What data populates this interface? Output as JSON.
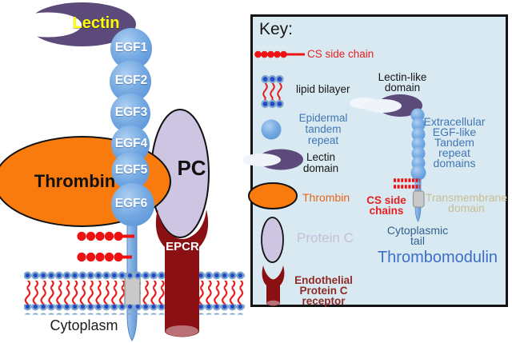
{
  "main_diagram": {
    "lectin": "Lectin",
    "egf_domains": [
      "EGF1",
      "EGF2",
      "EGF3",
      "EGF4",
      "EGF5",
      "EGF6"
    ],
    "thrombin": "Thrombin",
    "protein_c": "PC",
    "epcr": "EPCR",
    "cytoplasm": "Cytoplasm"
  },
  "key_panel": {
    "title": "Key:",
    "legend": {
      "cs_side_chain": "CS side chain",
      "lipid_bilayer": "lipid bilayer",
      "epidermal_tandem_repeat": "Epidermal tandem repeat",
      "lectin_domain": "Lectin domain",
      "thrombin": "Thrombin",
      "protein_c": "Protein C",
      "endothelial_protein_c_receptor": "Endothelial Protein C receptor"
    },
    "thrombomodulin_diagram": {
      "lectin_like_domain": "Lectin-like domain",
      "extracellular_egf": "Extracellular EGF-like Tandem repeat domains",
      "cs_side_chains": "CS side chains",
      "transmembrane_domain": "Transmembrane domain",
      "cytoplasmic_tail": "Cytoplasmic tail",
      "title": "Thrombomodulin"
    }
  },
  "colors": {
    "lectin_purple": "#5B4A7A",
    "egf_blue": "#6FA4DE",
    "thrombin_orange": "#F97B0D",
    "epcr_maroon": "#8A1014",
    "protein_c_lavender": "#CDC5E1",
    "cs_red": "#EE1111",
    "membrane_dot_blue": "#2348C8",
    "key_background": "#D8E9F1",
    "steel_text": "#4176B5",
    "transmembrane_tan": "#C9BD92",
    "thrombomodulin_blue": "#3D6EC9",
    "lectin_text_yellow": "#FFFF00"
  }
}
